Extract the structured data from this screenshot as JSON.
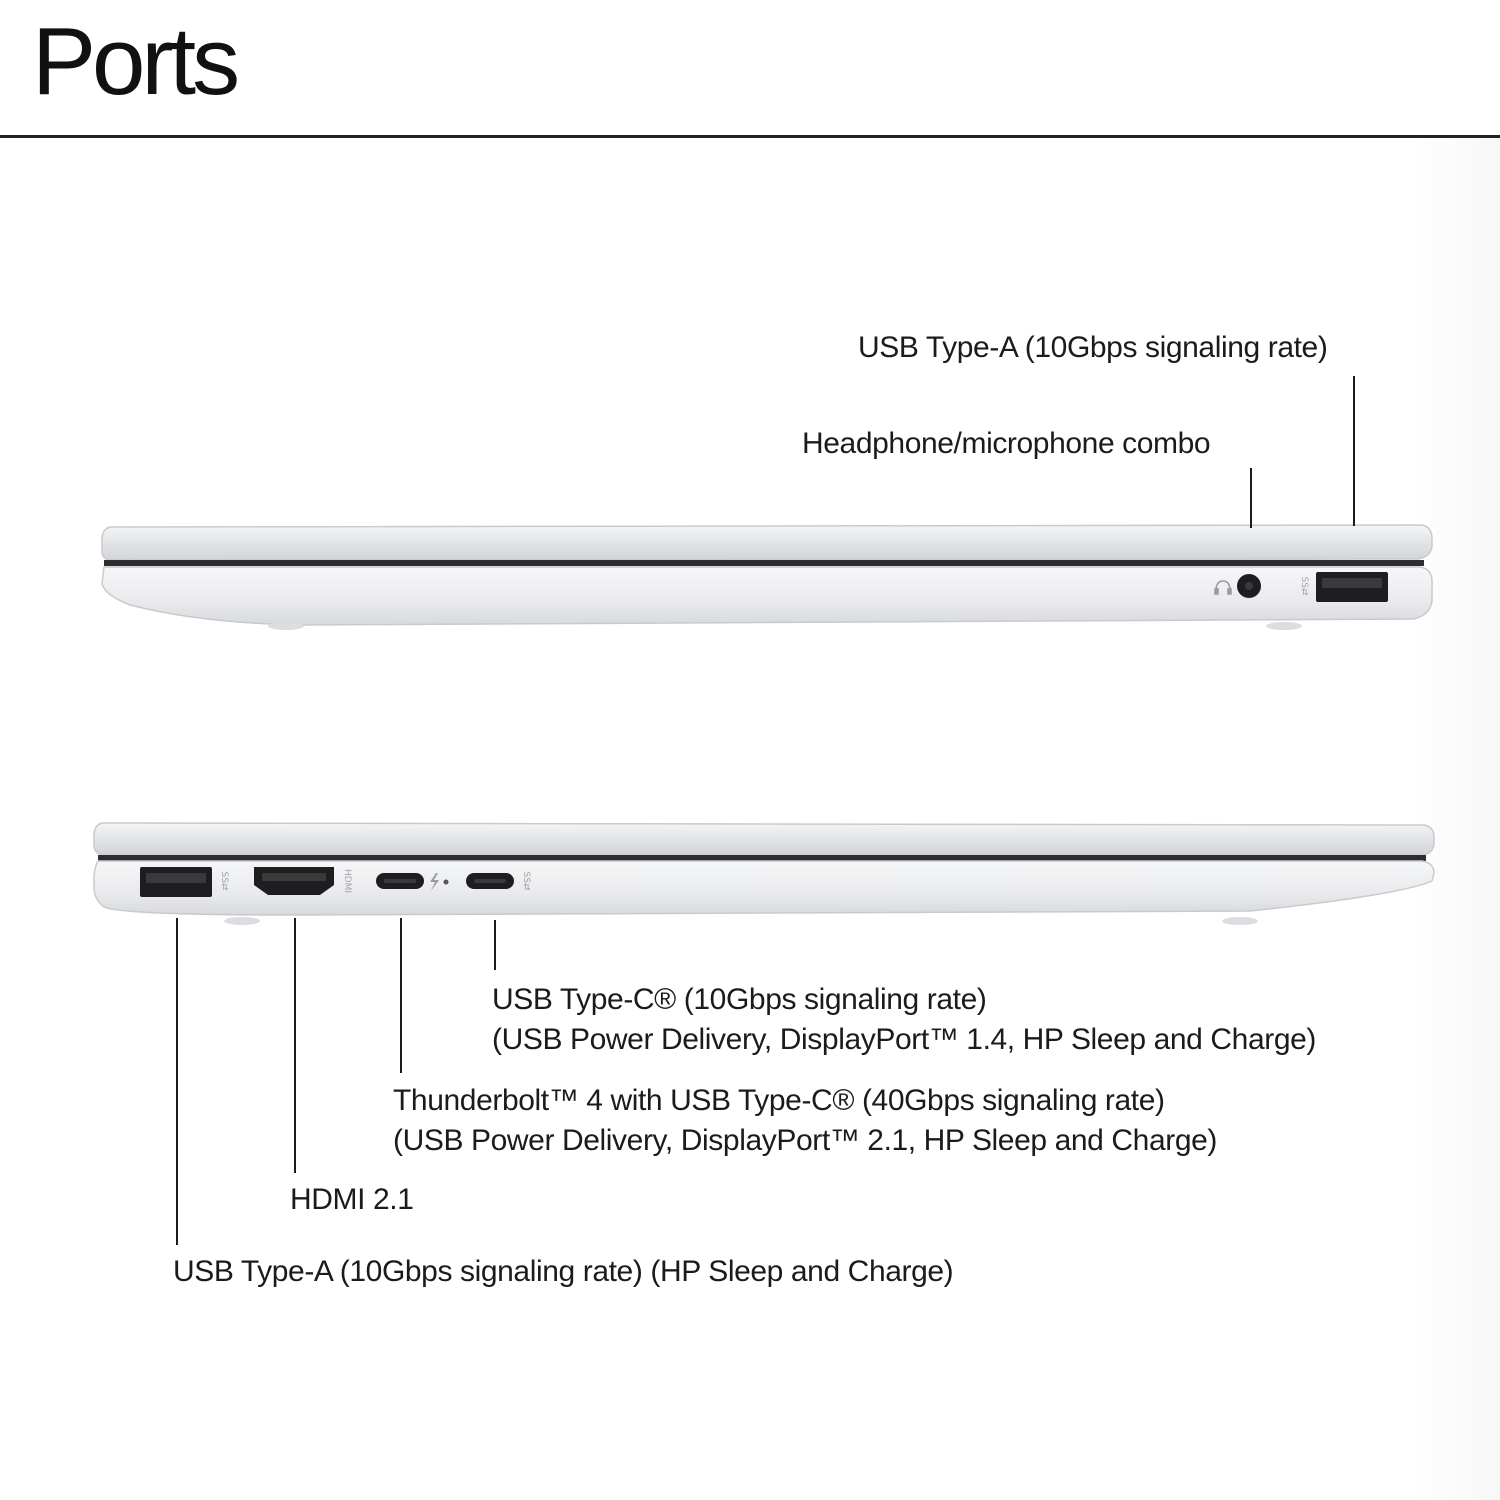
{
  "title": "Ports",
  "right_side": {
    "callouts": [
      {
        "label": "USB Type-A (10Gbps signaling rate)"
      },
      {
        "label": "Headphone/microphone combo"
      }
    ],
    "port_markings": [
      "SS⇄"
    ]
  },
  "left_side": {
    "callouts": [
      {
        "lines": [
          "USB Type-C® (10Gbps signaling rate)",
          "(USB Power Delivery, DisplayPort™ 1.4, HP Sleep and Charge)"
        ]
      },
      {
        "lines": [
          "Thunderbolt™ 4 with USB Type-C® (40Gbps signaling rate)",
          "(USB Power Delivery, DisplayPort™ 2.1, HP Sleep and Charge)"
        ]
      },
      {
        "label": "HDMI 2.1"
      },
      {
        "label": "USB Type-A (10Gbps signaling rate) (HP Sleep and Charge)"
      }
    ],
    "port_markings": [
      "SS⇄",
      "HDMI",
      "SS⇄"
    ]
  },
  "colors": {
    "chassis": "#e7e8ea",
    "chassis_edge": "#c9cbce",
    "port_dark": "#1e1e20",
    "seam": "#2e2e30",
    "text": "#1b1b1b"
  }
}
